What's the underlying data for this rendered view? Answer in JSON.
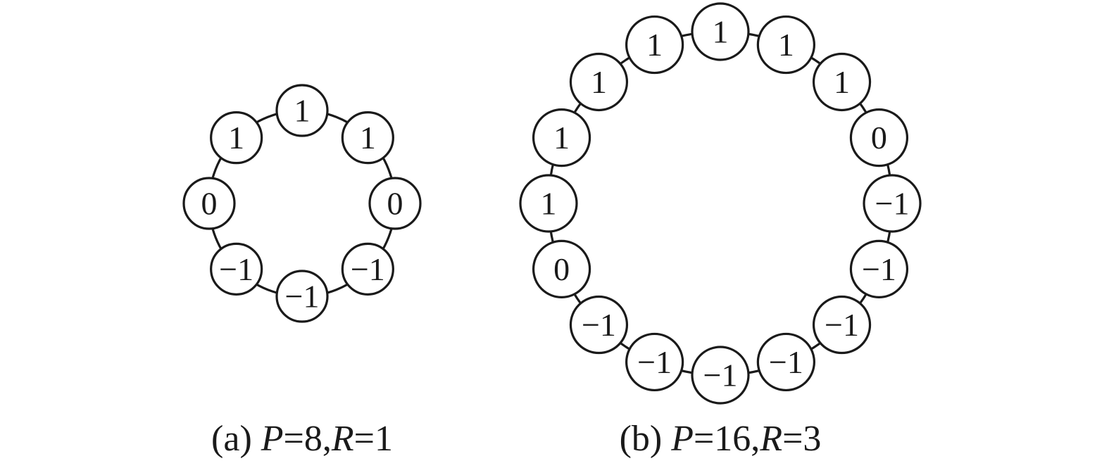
{
  "diagrams": [
    {
      "id": "a",
      "caption": {
        "prefix": "(a) ",
        "p_symbol": "P",
        "p_value": "=8,",
        "r_symbol": "R",
        "r_value": "=1"
      },
      "nodes": [
        "1",
        "1",
        "0",
        "−1",
        "−1",
        "−1",
        "0",
        "1"
      ]
    },
    {
      "id": "b",
      "caption": {
        "prefix": "(b) ",
        "p_symbol": "P",
        "p_value": "=16,",
        "r_symbol": "R",
        "r_value": "=3"
      },
      "nodes": [
        "1",
        "1",
        "1",
        "1",
        "1",
        "0",
        "−1",
        "−1",
        "−1",
        "−1",
        "−1",
        "−1",
        "−1",
        "0",
        "1",
        "1"
      ]
    }
  ],
  "colors": {
    "stroke": "#1a1a1a",
    "background": "#ffffff"
  }
}
